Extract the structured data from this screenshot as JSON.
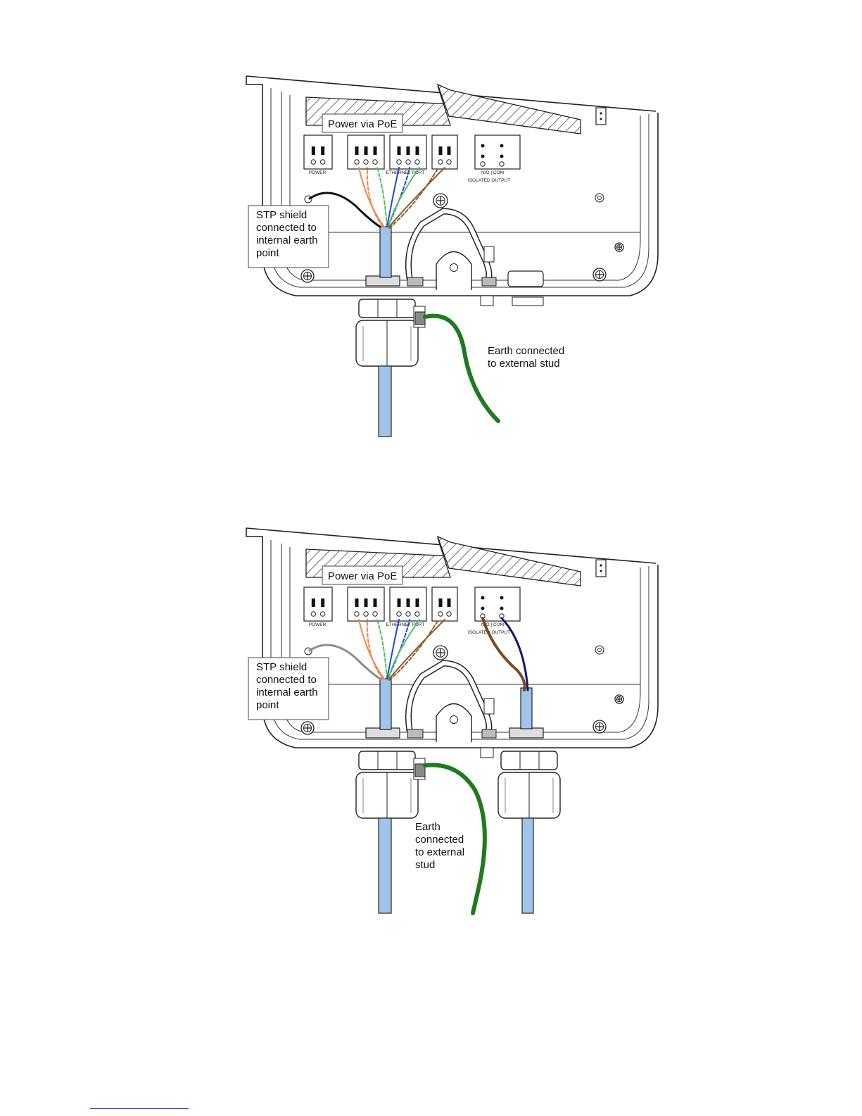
{
  "figures": [
    {
      "id": "figure-top",
      "callout_top": "Power via PoE",
      "callout_left": [
        "STP shield",
        "connected to",
        "internal earth",
        "point"
      ],
      "callout_right": [
        "Earth connected",
        "to external stud"
      ],
      "terminal_labels": {
        "power": "POWER",
        "ethernet": "ETHERNET PORT",
        "output_terms": "N/O  |  COM",
        "output": "ISOLATED OUTPUT"
      }
    },
    {
      "id": "figure-bottom",
      "callout_top": "Power via PoE",
      "callout_left": [
        "STP shield",
        "connected to",
        "internal earth",
        "point"
      ],
      "callout_right": [
        "Earth",
        "connected",
        "to external",
        "stud"
      ],
      "terminal_labels": {
        "power": "POWER",
        "ethernet": "ETHERNET PORT",
        "output_terms": "N/O  |  COM",
        "output": "ISOLATED OUTPUT"
      }
    }
  ],
  "colors": {
    "cable": "#9fc5ea",
    "earth_wire": "#1f7a1f",
    "shield_wire_top": "#111111",
    "shield_wire_bottom": "#8c8c8c",
    "pair_orange": "#f0884a",
    "pair_green": "#49c55a",
    "pair_blue": "#2244dd",
    "pair_brown": "#8b5a2b",
    "output_wire_brown": "#7a4a1e",
    "output_wire_navy": "#141470"
  }
}
